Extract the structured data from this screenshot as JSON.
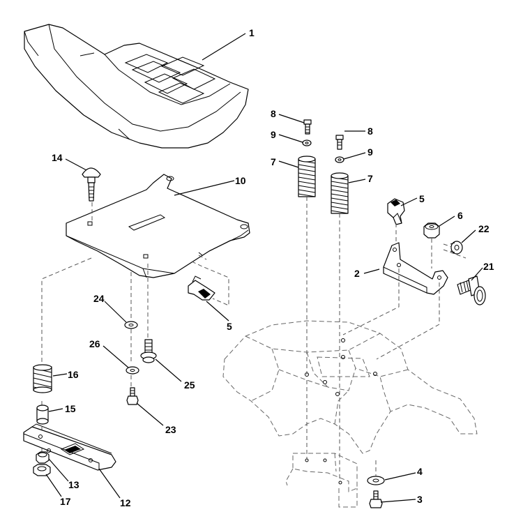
{
  "callouts": [
    {
      "id": "c1",
      "label": "1"
    },
    {
      "id": "c2",
      "label": "2"
    },
    {
      "id": "c3",
      "label": "3"
    },
    {
      "id": "c4",
      "label": "4"
    },
    {
      "id": "c5a",
      "label": "5"
    },
    {
      "id": "c5b",
      "label": "5"
    },
    {
      "id": "c6",
      "label": "6"
    },
    {
      "id": "c7a",
      "label": "7"
    },
    {
      "id": "c7b",
      "label": "7"
    },
    {
      "id": "c8a",
      "label": "8"
    },
    {
      "id": "c8b",
      "label": "8"
    },
    {
      "id": "c9a",
      "label": "9"
    },
    {
      "id": "c9b",
      "label": "9"
    },
    {
      "id": "c10",
      "label": "10"
    },
    {
      "id": "c12",
      "label": "12"
    },
    {
      "id": "c13",
      "label": "13"
    },
    {
      "id": "c14",
      "label": "14"
    },
    {
      "id": "c15",
      "label": "15"
    },
    {
      "id": "c16",
      "label": "16"
    },
    {
      "id": "c17",
      "label": "17"
    },
    {
      "id": "c21",
      "label": "21"
    },
    {
      "id": "c22",
      "label": "22"
    },
    {
      "id": "c23",
      "label": "23"
    },
    {
      "id": "c24",
      "label": "24"
    },
    {
      "id": "c25",
      "label": "25"
    },
    {
      "id": "c26",
      "label": "26"
    }
  ],
  "colors": {
    "line": "#000000",
    "hidden_line": "#555555",
    "background": "#ffffff"
  }
}
